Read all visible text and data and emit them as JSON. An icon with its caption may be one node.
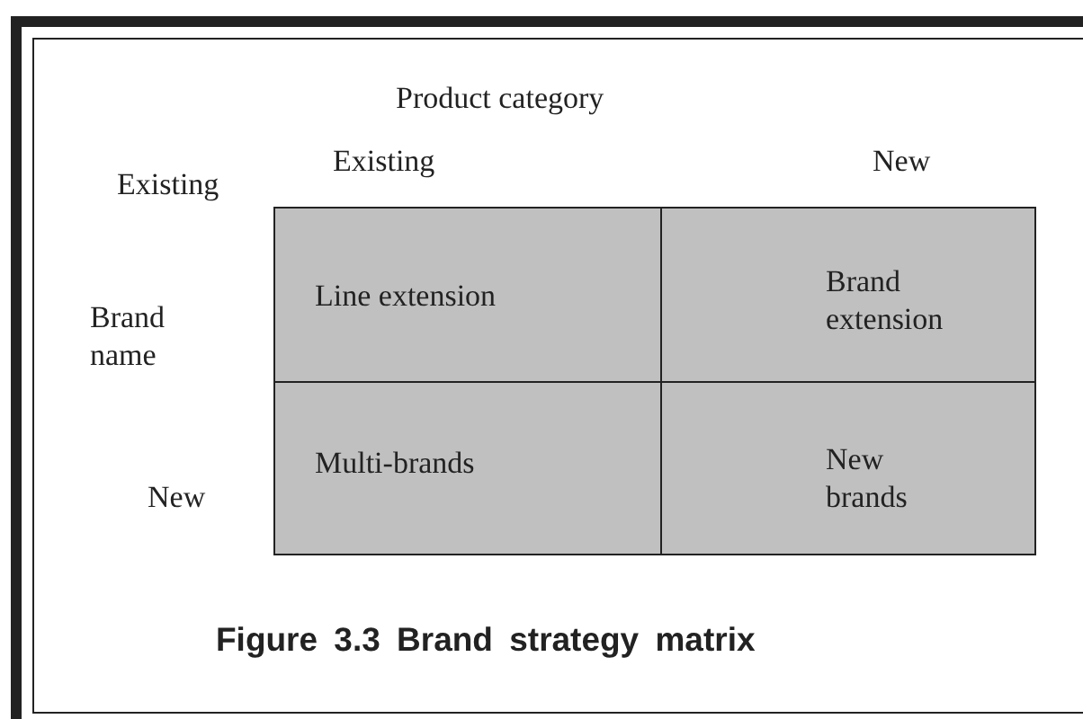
{
  "diagram": {
    "caption": "Figure 3.3 Brand strategy matrix",
    "nodes": [
      {
        "text": [
          "Line extension"
        ]
      },
      {
        "text": [
          "Brand extension"
        ]
      },
      {
        "text": [
          "Multi-brands"
        ]
      },
      {
        "text": [
          "New brands"
        ]
      }
    ],
    "labels": [
      "Product category",
      "Existing",
      "New",
      "Existing",
      "Brand name",
      "New"
    ]
  }
}
